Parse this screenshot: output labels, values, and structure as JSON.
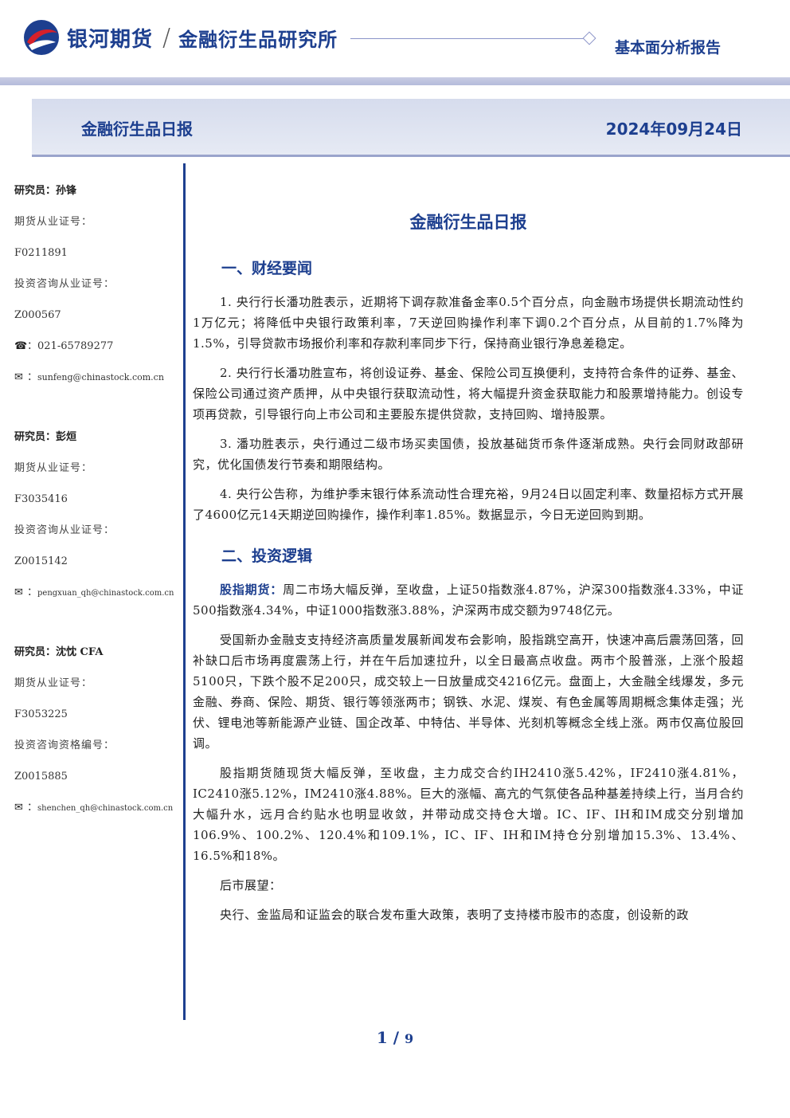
{
  "header": {
    "company": "银河期货",
    "institute": "金融衍生品研究所",
    "report_type": "基本面分析报告"
  },
  "title_bar": {
    "left": "金融衍生品日报",
    "date": "2024年09月24日"
  },
  "analysts": [
    {
      "name": "研究员：孙锋",
      "cert_label": "期货从业证号：",
      "cert": "F0211891",
      "consult_label": "投资咨询从业证号：",
      "consult": "Z000567",
      "phone": "021-65789277",
      "email": "sunfeng@chinastock.com.cn"
    },
    {
      "name": "研究员：彭烜",
      "cert_label": "期货从业证号：",
      "cert": "F3035416",
      "consult_label": "投资咨询从业证号：",
      "consult": "Z0015142",
      "phone": "",
      "email": "pengxuan_qh@chinastock.com.cn"
    },
    {
      "name": "研究员：沈忱 CFA",
      "cert_label": "期货从业证号：",
      "cert": "F3053225",
      "consult_label": "投资咨询资格编号：",
      "consult": "Z0015885",
      "phone": "",
      "email": "shenchen_qh@chinastock.com.cn"
    }
  ],
  "main": {
    "title": "金融衍生品日报",
    "section1": {
      "heading": "一、财经要闻",
      "paragraphs": [
        "1. 央行行长潘功胜表示，近期将下调存款准备金率0.5个百分点，向金融市场提供长期流动性约1万亿元；将降低中央银行政策利率，7天逆回购操作利率下调0.2个百分点，从目前的1.7%降为1.5%，引导贷款市场报价利率和存款利率同步下行，保持商业银行净息差稳定。",
        "2. 央行行长潘功胜宣布，将创设证券、基金、保险公司互换便利，支持符合条件的证券、基金、保险公司通过资产质押，从中央银行获取流动性，将大幅提升资金获取能力和股票增持能力。创设专项再贷款，引导银行向上市公司和主要股东提供贷款，支持回购、增持股票。",
        "3. 潘功胜表示，央行通过二级市场买卖国债，投放基础货币条件逐渐成熟。央行会同财政部研究，优化国债发行节奏和期限结构。",
        "4. 央行公告称，为维护季末银行体系流动性合理充裕，9月24日以固定利率、数量招标方式开展了4600亿元14天期逆回购操作，操作利率1.85%。数据显示，今日无逆回购到期。"
      ]
    },
    "section2": {
      "heading": "二、投资逻辑",
      "lead_label": "股指期货：",
      "lead_text": "周二市场大幅反弹，至收盘，上证50指数涨4.87%，沪深300指数涨4.33%，中证500指数涨4.34%，中证1000指数涨3.88%，沪深两市成交额为9748亿元。",
      "paragraphs": [
        "受国新办金融支支持经济高质量发展新闻发布会影响，股指跳空高开，快速冲高后震荡回落，回补缺口后市场再度震荡上行，并在午后加速拉升，以全日最高点收盘。两市个股普涨，上涨个股超5100只，下跌个股不足200只，成交较上一日放量成交4216亿元。盘面上，大金融全线爆发，多元金融、券商、保险、期货、银行等领涨两市；钢铁、水泥、煤炭、有色金属等周期概念集体走强；光伏、锂电池等新能源产业链、国企改革、中特估、半导体、光刻机等概念全线上涨。两市仅高位股回调。",
        "股指期货随现货大幅反弹，至收盘，主力成交合约IH2410涨5.42%，IF2410涨4.81%，IC2410涨5.12%，IM2410涨4.88%。巨大的涨幅、高亢的气氛使各品种基差持续上行，当月合约大幅升水，远月合约贴水也明显收敛，并带动成交持仓大增。IC、IF、IH和IM成交分别增加106.9%、100.2%、120.4%和109.1%，IC、IF、IH和IM持仓分别增加15.3%、13.4%、16.5%和18%。",
        "后市展望：",
        "央行、金监局和证监会的联合发布重大政策，表明了支持楼市股市的态度，创设新的政"
      ]
    }
  },
  "footer": {
    "page": "1",
    "sep": " / ",
    "total": "9"
  }
}
